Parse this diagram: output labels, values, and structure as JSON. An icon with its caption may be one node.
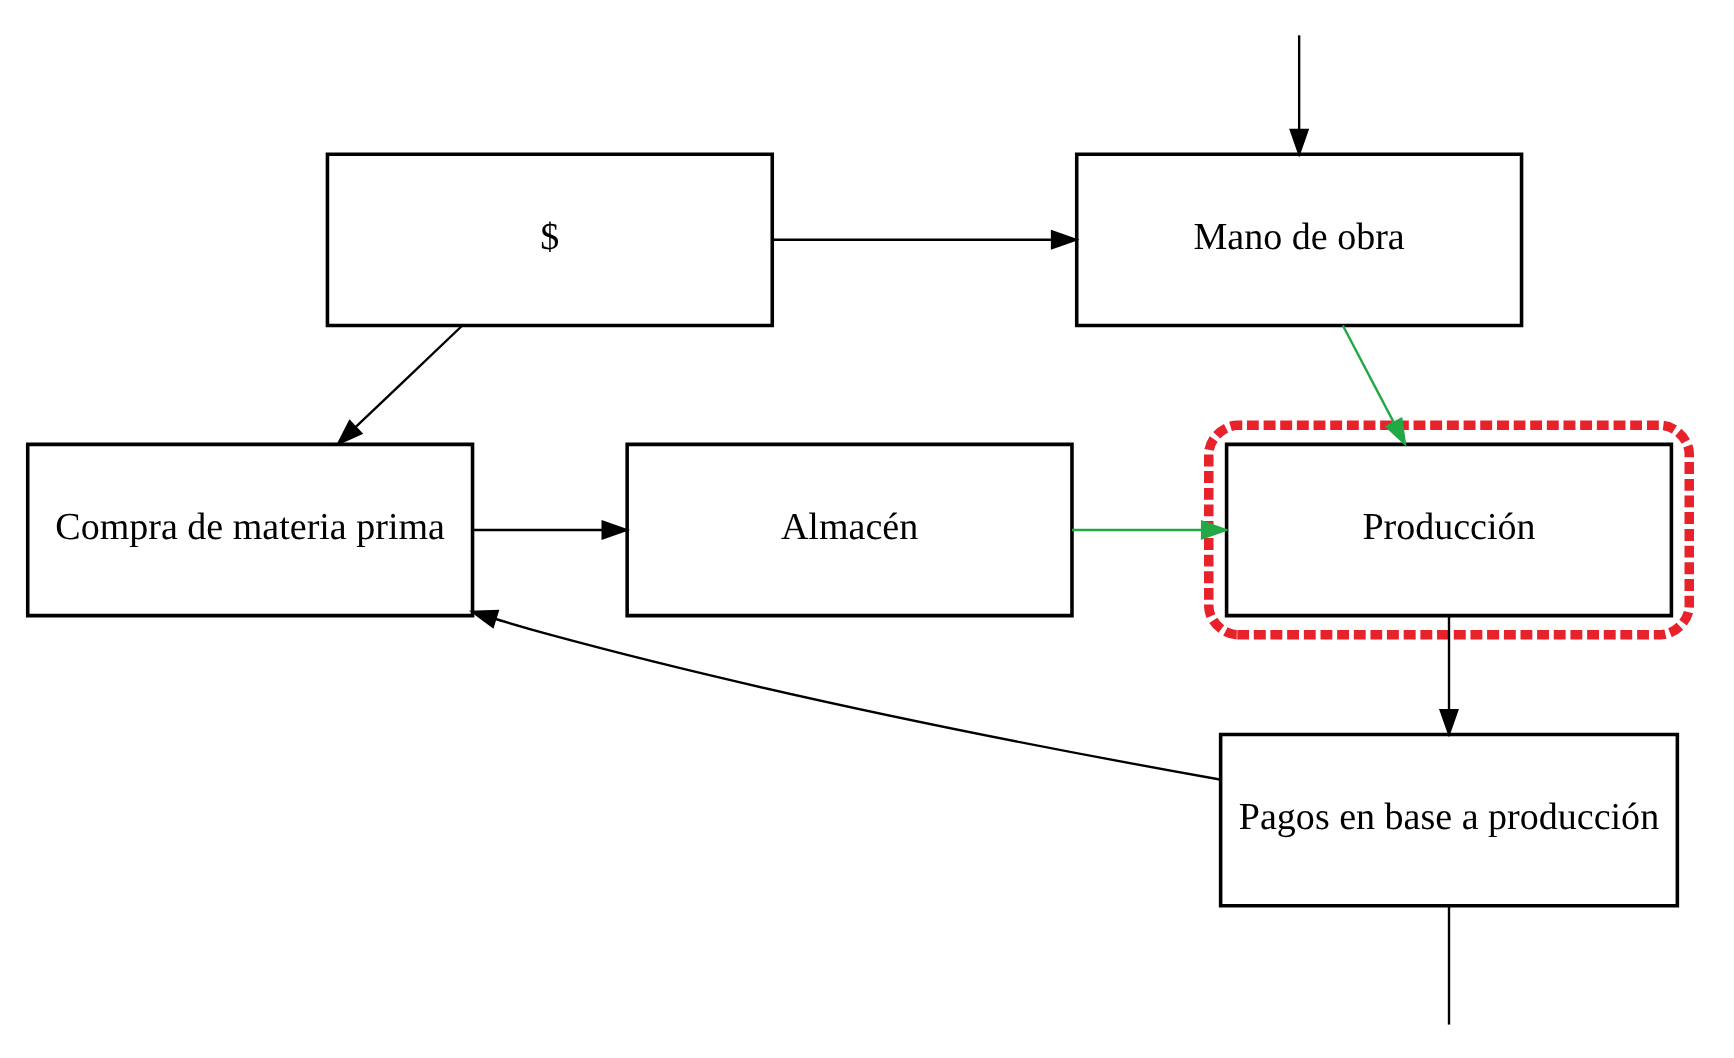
{
  "diagram": {
    "nodes": [
      {
        "text": [
          "$"
        ]
      },
      {
        "text": [
          "Mano de obra"
        ]
      },
      {
        "text": [
          "Compra de materia prima"
        ]
      },
      {
        "text": [
          "Almacén"
        ]
      },
      {
        "text": [],
        "shape": "ellipse"
      },
      {
        "text": [
          "Producción"
        ],
        "in": 4
      },
      {
        "text": [
          "Pagos en base a producción"
        ]
      }
    ],
    "edges": [
      {
        "from": 0,
        "to": 1,
        "arrow": "to"
      },
      {
        "from": null,
        "to": 1,
        "arrow": "to"
      },
      {
        "from": 0,
        "to": 2,
        "arrow": "to"
      },
      {
        "from": 1,
        "to": 5,
        "arrow": "to",
        "color": "#22a845"
      },
      {
        "from": 2,
        "to": 3,
        "arrow": "to"
      },
      {
        "from": 3,
        "to": 5,
        "arrow": "to",
        "color": "#22a845"
      },
      {
        "from": 5,
        "to": 6,
        "arrow": "to"
      },
      {
        "from": 6,
        "to": 2,
        "arrow": "to"
      },
      {
        "from": 6,
        "to": null,
        "arrow": "none"
      }
    ]
  }
}
